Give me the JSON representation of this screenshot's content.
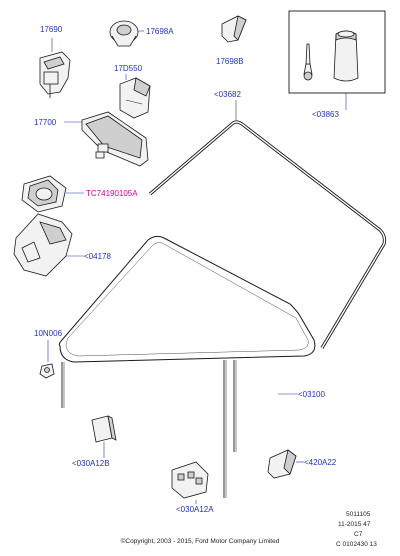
{
  "colors": {
    "label": "#2233aa",
    "highlight": "#d4009a",
    "line": "#1a1a1a"
  },
  "parts": {
    "p17690": "17690",
    "p17698A": "17698A",
    "p17698B": "17698B",
    "p17D550": "17D550",
    "p03682": "<03682",
    "p03863": "<03863",
    "p17700": "17700",
    "pTC74190105A": "TC74190105A",
    "p04178": "<04178",
    "p10N006": "10N006",
    "p03100": "<03100",
    "p030A12B": "<030A12B",
    "p030A12A": "<030A12A",
    "p420A22": "<420A22"
  },
  "meta": {
    "line1": "5011105",
    "line2": "11-2015 47",
    "line3": "C7",
    "line4": "C 0102430 13"
  },
  "copyright": "©Copyright, 2003 - 2015, Ford Motor Company Limited"
}
